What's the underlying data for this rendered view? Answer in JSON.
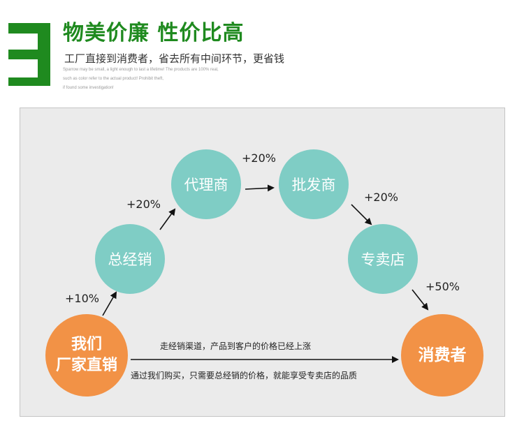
{
  "header": {
    "title": "物美价廉 性价比高",
    "subtitle": "工厂直接到消费者，省去所有中间环节，更省钱",
    "english_lines": [
      "Sparrow may be small, a light enough to last a lifetime! The products are 100% real,",
      "such as color refer to the actual product! Prohibit theft,",
      "if found some investigation!"
    ],
    "logo_color": "#1f8a1f"
  },
  "nodes": {
    "factory": [
      "我们",
      "厂家直销"
    ],
    "general": "总经销",
    "agent": "代理商",
    "wholesale": "批发商",
    "store": "专卖店",
    "consumer": "消费者"
  },
  "markups": {
    "factory_to_general": "+10%",
    "general_to_agent": "+20%",
    "agent_to_wholesale": "+20%",
    "wholesale_to_store": "+20%",
    "store_to_consumer": "+50%"
  },
  "direct_route": {
    "line1": "走经销渠道，产品到客户的价格已经上涨",
    "line2": "通过我们购买，只需要总经销的价格，就能享受专卖店的品质"
  },
  "colors": {
    "teal": "#7fcdc5",
    "orange": "#f29246",
    "panel": "#ebebeb"
  }
}
